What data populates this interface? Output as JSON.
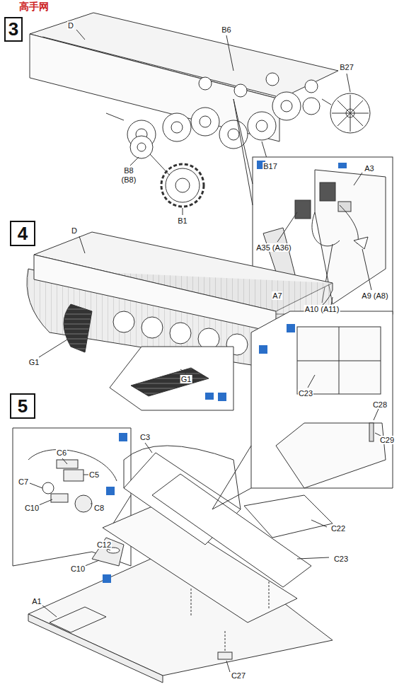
{
  "diagram": {
    "nodes": [
      {
        "text": [
          "3"
        ]
      },
      {
        "text": [
          "4"
        ]
      },
      {
        "text": [
          "5"
        ]
      }
    ],
    "labels": [
      "D",
      "B6",
      "B27",
      "B8",
      "(B8)",
      "B17",
      "B1",
      "A3",
      "A35 (A36)",
      "A7",
      "A10 (A11)",
      "A9 (A8)",
      "D",
      "G1",
      "G1",
      "C23",
      "C28",
      "C29",
      "C6",
      "C5",
      "C7",
      "C10",
      "C8",
      "C3",
      "C12",
      "C10",
      "C22",
      "C23",
      "A1",
      "C27",
      "高手网"
    ]
  }
}
